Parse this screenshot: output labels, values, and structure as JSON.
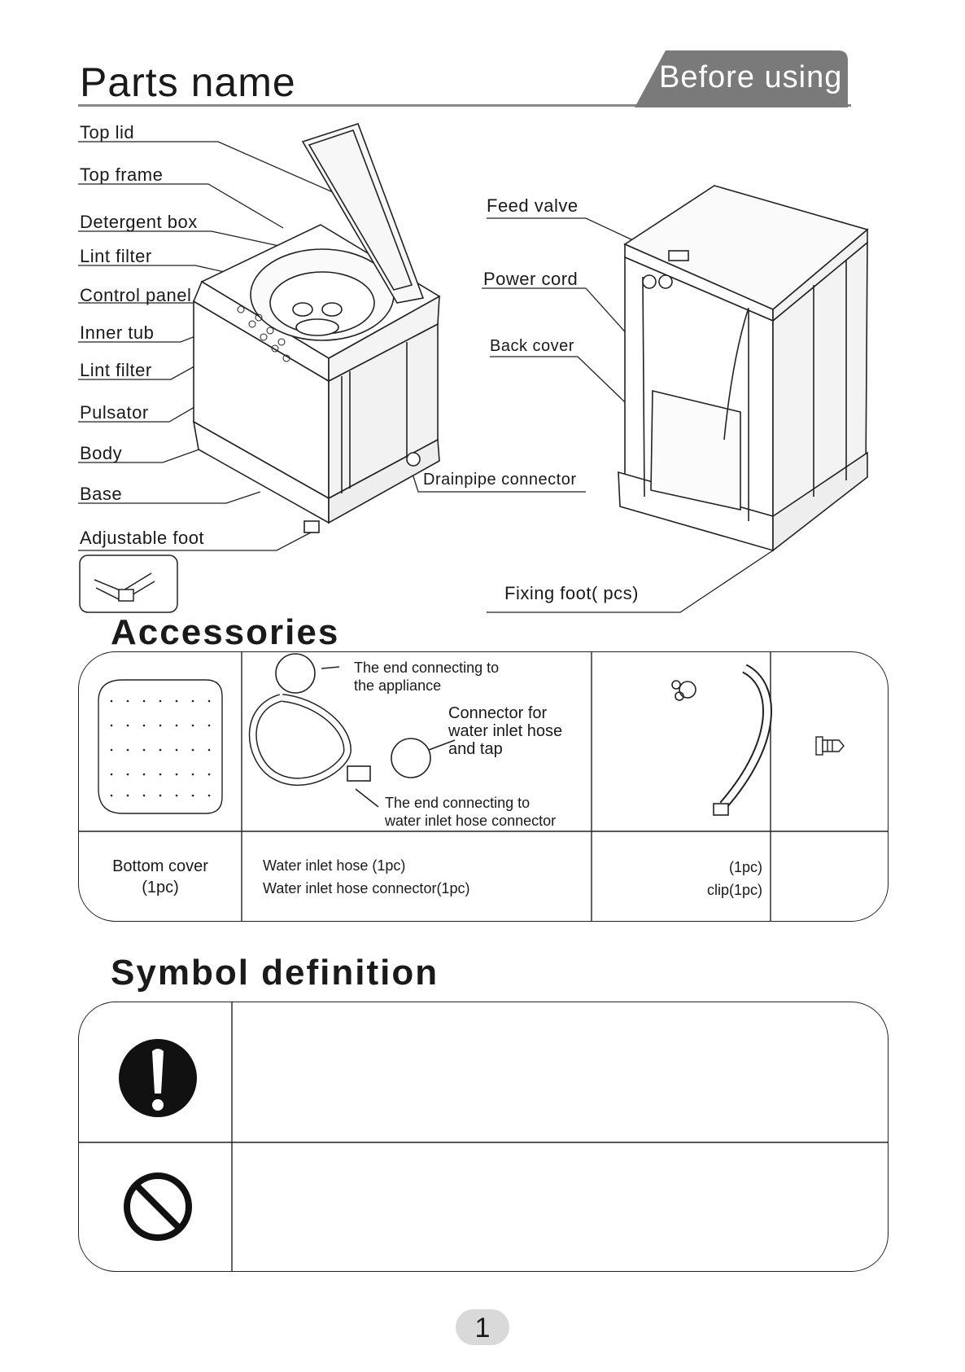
{
  "header": {
    "title": "Parts name",
    "section_tab": "Before  using"
  },
  "parts_left": [
    "Top lid",
    "Top frame",
    "Detergent box",
    "Lint filter",
    "Control panel",
    "Inner tub",
    "Lint filter",
    "Pulsator",
    "Body",
    "Base",
    "Adjustable foot"
  ],
  "parts_right": {
    "feed_valve": "Feed valve",
    "power_cord": "Power cord",
    "back_cover": "Back cover",
    "drainpipe": "Drainpipe connector",
    "fixing_foot": "Fixing foot(  pcs)"
  },
  "accessories": {
    "title": "Accessories",
    "callouts": {
      "appliance_end": "The end connecting to\nthe appliance",
      "tap_connector": "Connector for\nwater inlet hose\nand tap",
      "hose_end": "The end connecting to\nwater inlet hose connector"
    },
    "captions": {
      "bottom_cover": "Bottom cover\n(1pc)",
      "hose": "Water inlet hose (1pc)\nWater inlet hose connector(1pc)",
      "drain": "(1pc)\nclip(1pc)"
    }
  },
  "symbols": {
    "title": "Symbol definition"
  },
  "page_number": "1"
}
